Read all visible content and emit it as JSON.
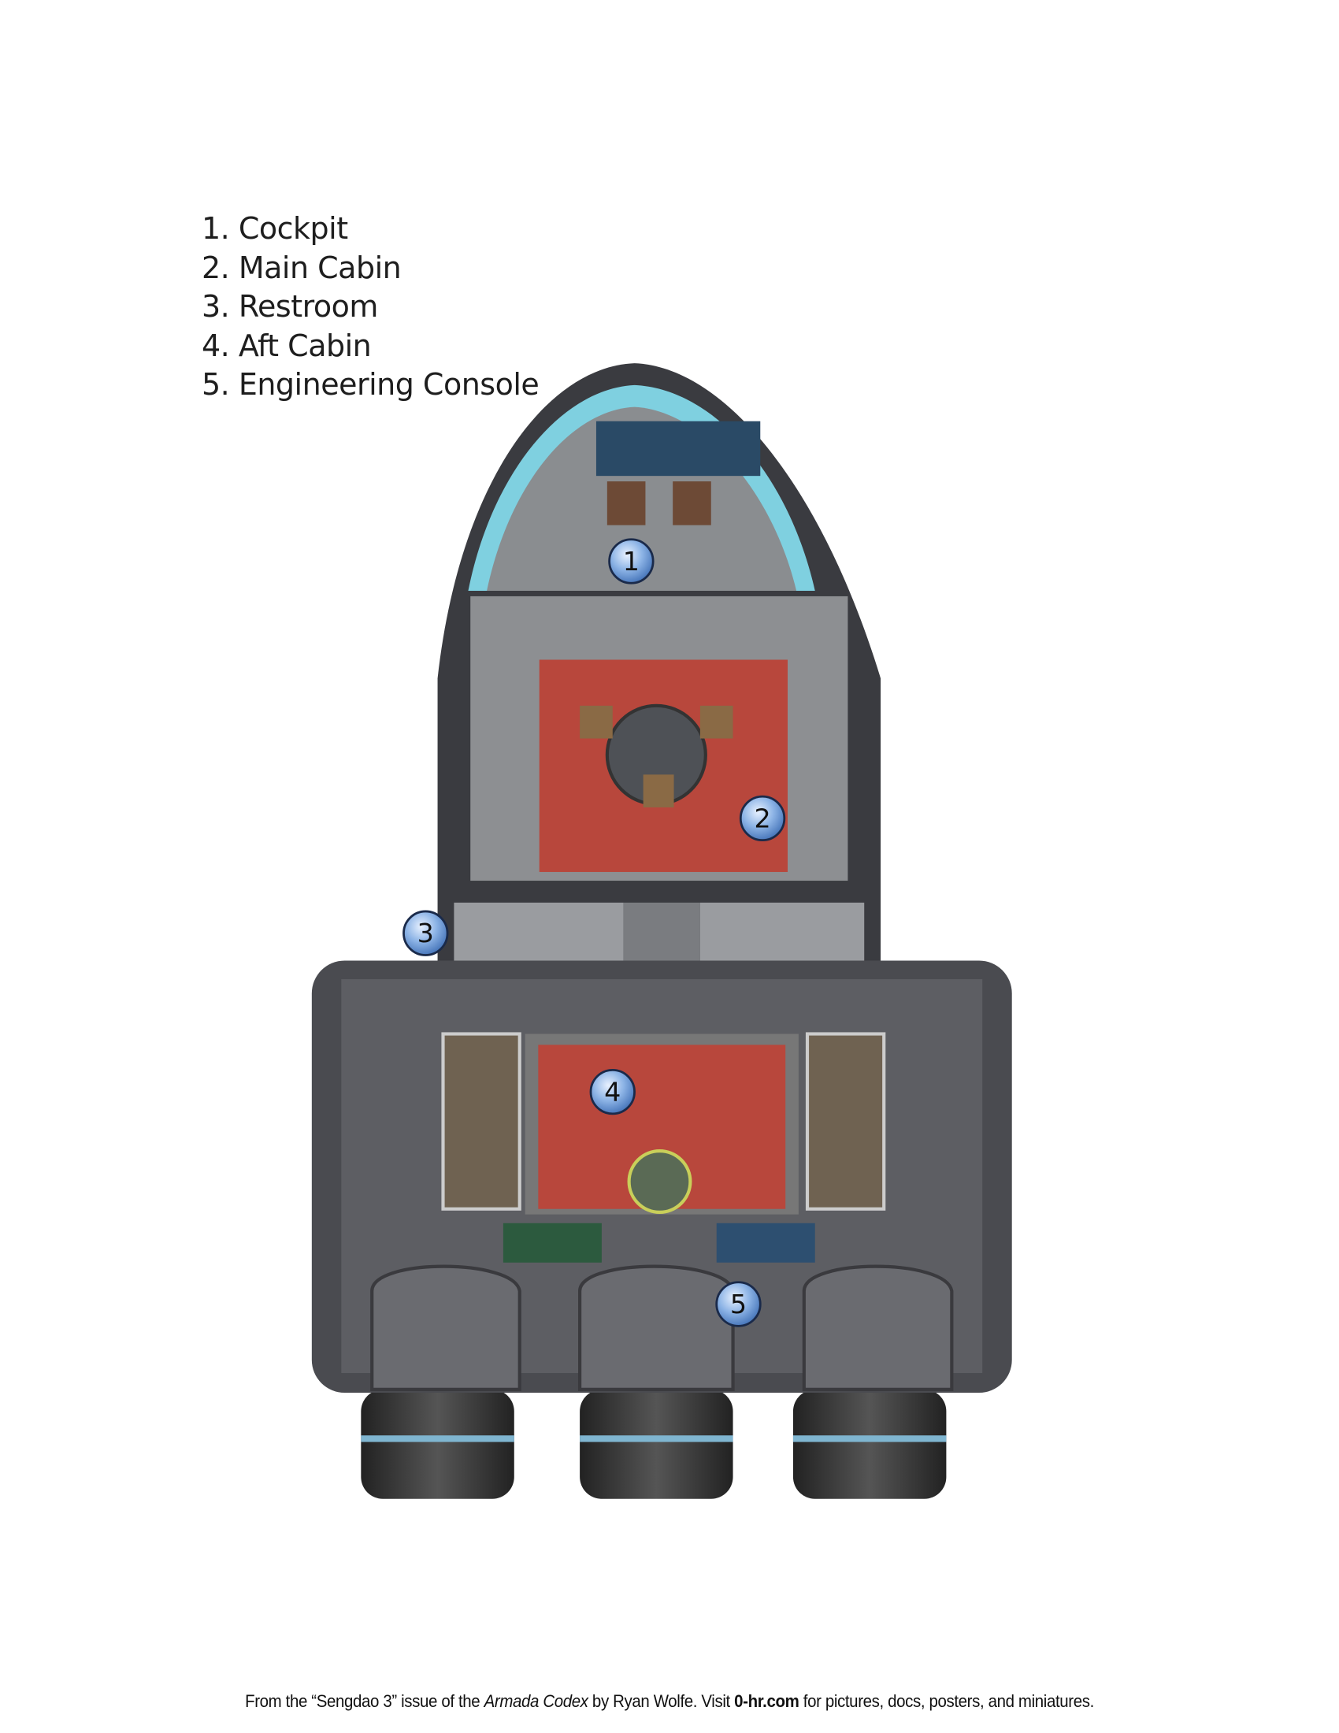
{
  "legend": {
    "items": [
      "1. Cockpit",
      "2. Main Cabin",
      "3. Restroom",
      "4. Aft Cabin",
      "5. Engineering Console"
    ]
  },
  "markers": [
    "1",
    "2",
    "3",
    "4",
    "5"
  ],
  "footer": {
    "prefix": "From the “Sengdao 3” issue of the ",
    "publication": "Armada Codex",
    "by": " by Ryan Wolfe.  Visit ",
    "site": "0-hr.com",
    "suffix": "  for pictures, docs, posters, and miniatures."
  },
  "colors": {
    "hull": "#4a4b50",
    "floor": "#8d8f92",
    "carpet": "#b8473c",
    "glass": "#7fd0e0",
    "marker": "#6f9fd8"
  }
}
